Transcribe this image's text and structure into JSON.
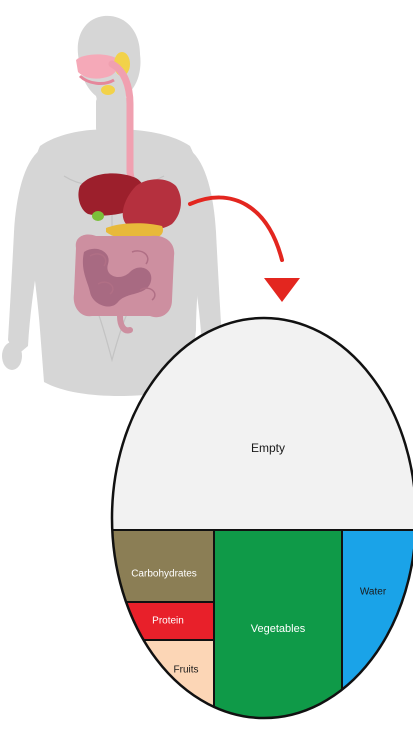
{
  "figure": {
    "illustration": "human-digestive-system",
    "arrow_color": "#e3261f",
    "stomach_view": {
      "shape": "oval",
      "sections": {
        "empty": {
          "label": "Empty",
          "color": "#f2f2f2"
        },
        "carbohydrates": {
          "label": "Carbohydrates",
          "color": "#8b7e55"
        },
        "protein": {
          "label": "Protein",
          "color": "#e8202a"
        },
        "fruits": {
          "label": "Fruits",
          "color": "#fcd6b6"
        },
        "vegetables": {
          "label": "Vegetables",
          "color": "#0f9a48"
        },
        "water": {
          "label": "Water",
          "color": "#1aa3e8"
        }
      }
    }
  }
}
